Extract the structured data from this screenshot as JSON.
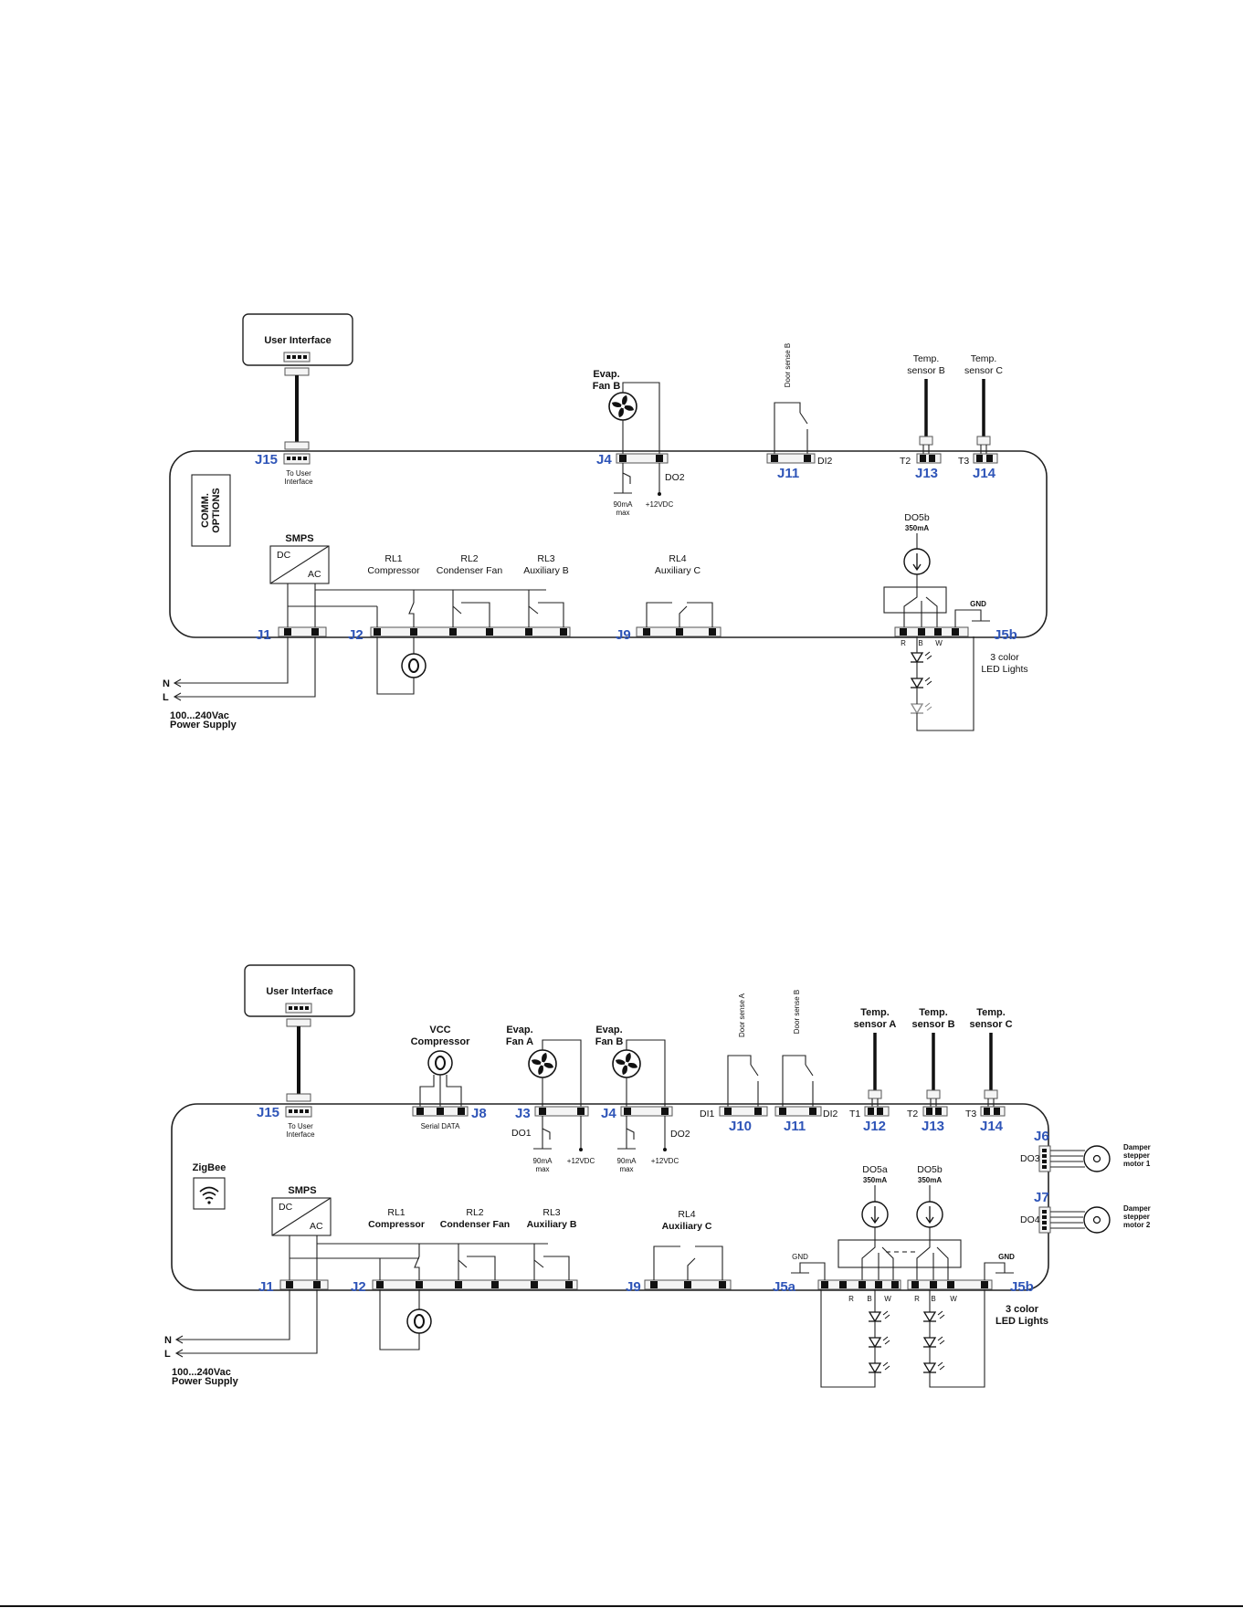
{
  "diagram1": {
    "user_interface": "User Interface",
    "to_user_interface": [
      "To User",
      "Interface"
    ],
    "comm_options": [
      "COMM.",
      "OPTIONS"
    ],
    "smps": "SMPS",
    "dc": "DC",
    "ac": "AC",
    "evap_fan_b": [
      "Evap.",
      "Fan B"
    ],
    "door_sense_b": "Door sense B",
    "di2": "DI2",
    "do2": "DO2",
    "temp_sensor_b": [
      "Temp.",
      "sensor B"
    ],
    "temp_sensor_c": [
      "Temp.",
      "sensor C"
    ],
    "t2": "T2",
    "t3": "T3",
    "current_max": [
      "90mA",
      "max"
    ],
    "v12": "+12VDC",
    "rl1": [
      "RL1",
      "Compressor"
    ],
    "rl2": [
      "RL2",
      "Condenser Fan"
    ],
    "rl3": [
      "RL3",
      "Auxiliary B"
    ],
    "rl4": [
      "RL4",
      "Auxiliary C"
    ],
    "do5b": [
      "DO5b",
      "350mA"
    ],
    "gnd": "GND",
    "rbw": [
      "R",
      "B",
      "W"
    ],
    "led_lights": [
      "3 color",
      "LED Lights"
    ],
    "n": "N",
    "l": "L",
    "power_supply": [
      "100...240Vac",
      "Power Supply"
    ],
    "connectors": {
      "j15": "J15",
      "j4": "J4",
      "j11": "J11",
      "j13": "J13",
      "j14": "J14",
      "j1": "J1",
      "j2": "J2",
      "j9": "J9",
      "j5b": "J5b"
    }
  },
  "diagram2": {
    "user_interface": "User Interface",
    "to_user_interface": [
      "To User",
      "Interface"
    ],
    "zigbee": "ZigBee",
    "vcc_compressor": [
      "VCC",
      "Compressor"
    ],
    "serial_data": "Serial DATA",
    "evap_fan_a": [
      "Evap.",
      "Fan A"
    ],
    "evap_fan_b": [
      "Evap.",
      "Fan B"
    ],
    "do1": "DO1",
    "do2": "DO2",
    "current_max": [
      "90mA",
      "max"
    ],
    "v12": "+12VDC",
    "door_sense_a": "Door sense A",
    "door_sense_b": "Door sense B",
    "di1": "DI1",
    "di2": "DI2",
    "temp_sensor_a": [
      "Temp.",
      "sensor A"
    ],
    "temp_sensor_b": [
      "Temp.",
      "sensor B"
    ],
    "temp_sensor_c": [
      "Temp.",
      "sensor C"
    ],
    "t1": "T1",
    "t2": "T2",
    "t3": "T3",
    "do3": "DO3",
    "do4": "DO4",
    "damper_motor_1": [
      "Damper",
      "stepper",
      "motor 1"
    ],
    "damper_motor_2": [
      "Damper",
      "stepper",
      "motor 2"
    ],
    "smps": "SMPS",
    "dc": "DC",
    "ac": "AC",
    "rl1": [
      "RL1",
      "Compressor"
    ],
    "rl2": [
      "RL2",
      "Condenser Fan"
    ],
    "rl3": [
      "RL3",
      "Auxiliary B"
    ],
    "rl4": [
      "RL4",
      "Auxiliary C"
    ],
    "do5a": [
      "DO5a",
      "350mA"
    ],
    "do5b": [
      "DO5b",
      "350mA"
    ],
    "gnd": "GND",
    "rbw": [
      "R",
      "B",
      "W"
    ],
    "led_lights": [
      "3 color",
      "LED Lights"
    ],
    "n": "N",
    "l": "L",
    "power_supply": [
      "100...240Vac",
      "Power Supply"
    ],
    "connectors": {
      "j15": "J15",
      "j8": "J8",
      "j3": "J3",
      "j4": "J4",
      "j10": "J10",
      "j11": "J11",
      "j12": "J12",
      "j13": "J13",
      "j14": "J14",
      "j6": "J6",
      "j7": "J7",
      "j1": "J1",
      "j2": "J2",
      "j9": "J9",
      "j5a": "J5a",
      "j5b": "J5b"
    }
  }
}
